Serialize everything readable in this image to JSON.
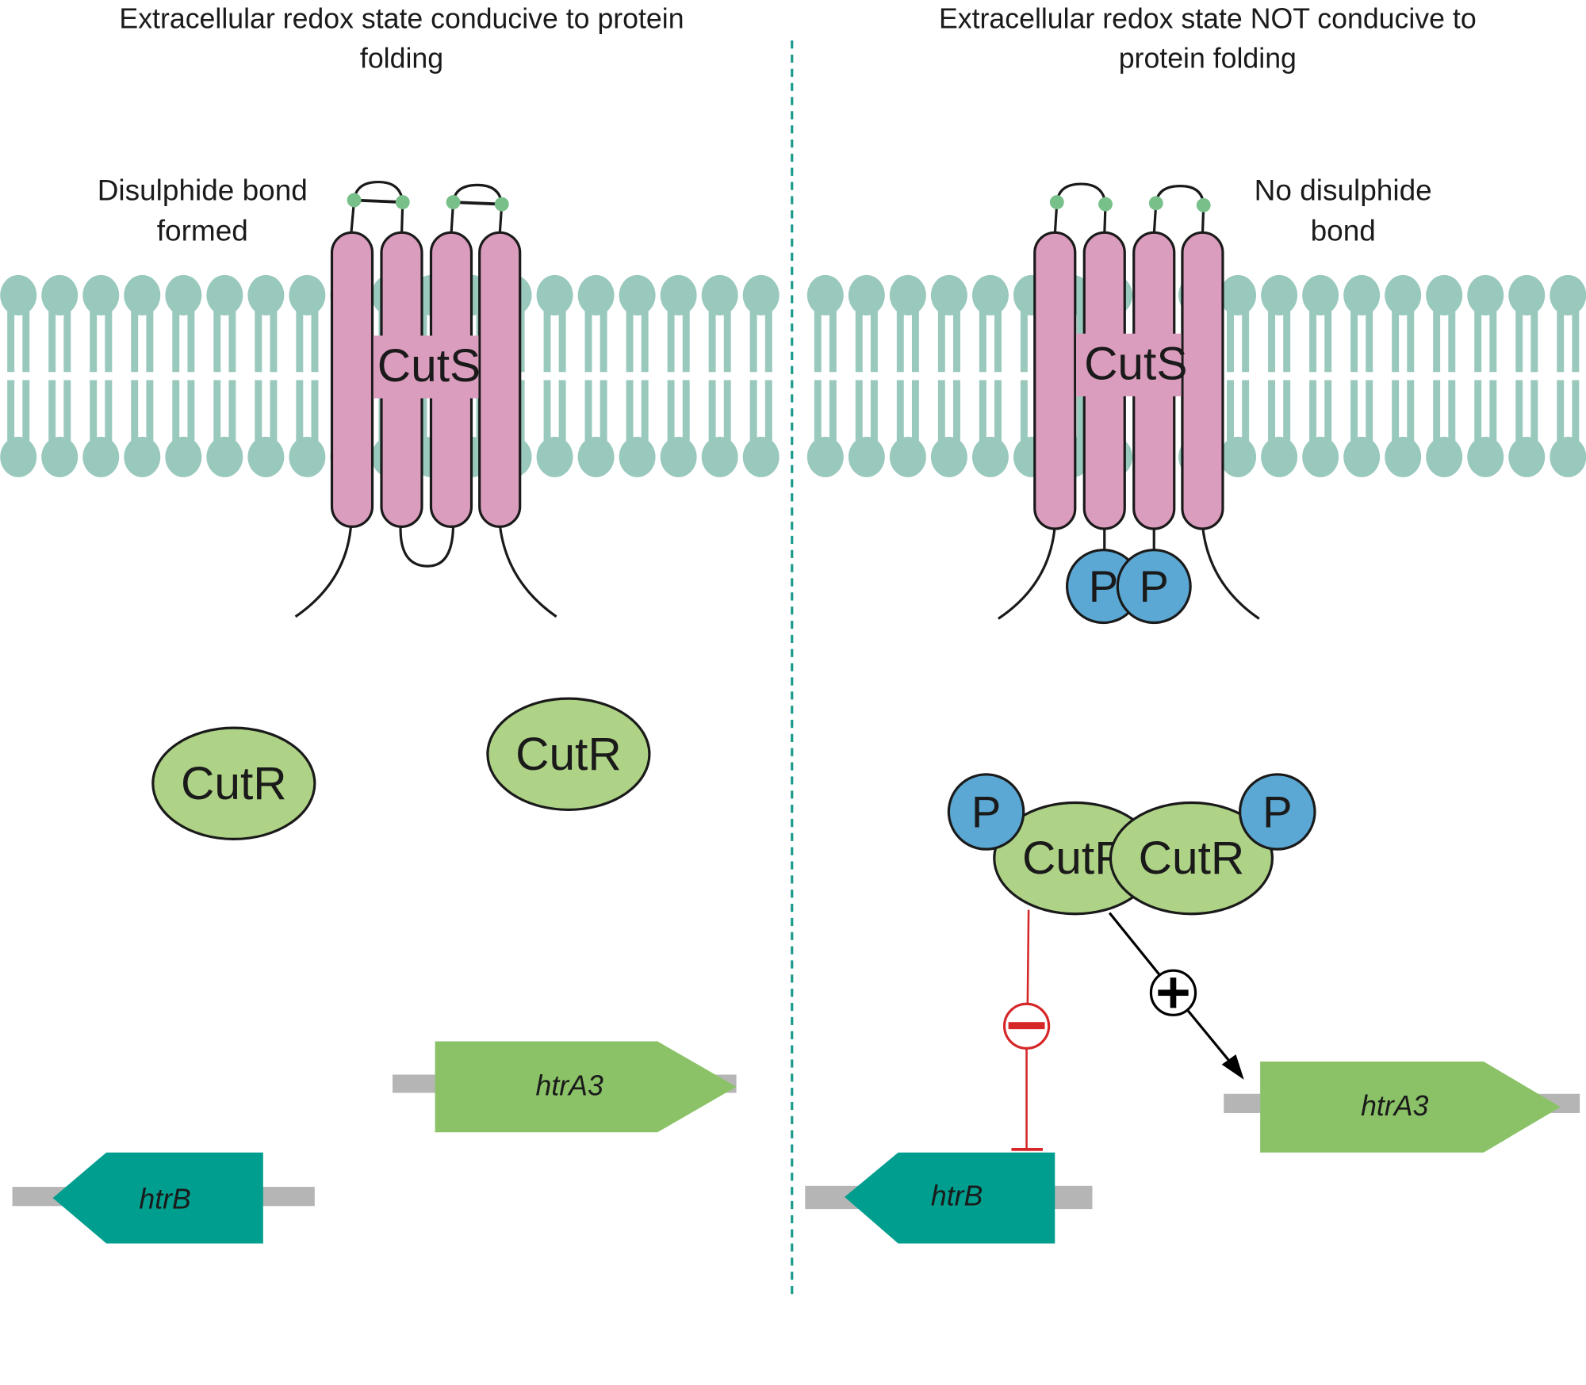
{
  "colors": {
    "lipid": "#99c8bd",
    "cuts": "#db9dbd",
    "cysteine": "#77c08a",
    "cutr": "#aed286",
    "phosphate": "#5aa8d3",
    "htrA3": "#8bc268",
    "htrB": "#009e8e",
    "dna": "#b5b5b5",
    "divider": "#1a9a8a",
    "repression": "#d62728",
    "activation": "#000000"
  },
  "left": {
    "title_line1": "Extracellular redox state conducive to protein",
    "title_line2": "folding",
    "label_line1": "Disulphide bond",
    "label_line2": "formed",
    "sensor": "CutS",
    "regulator_a": "CutR",
    "regulator_b": "CutR",
    "gene_a": "htrA3",
    "gene_b": "htrB"
  },
  "right": {
    "title_line1": "Extracellular redox state NOT conducive to",
    "title_line2": "protein folding",
    "label_line1": "No disulphide",
    "label_line2": "bond",
    "sensor": "CutS",
    "phospho_a": "P",
    "phospho_b": "P",
    "regulator_a": "CutR",
    "regulator_b": "CutR",
    "regulator_phospho_a": "P",
    "regulator_phospho_b": "P",
    "repression_symbol": "minus",
    "activation_symbol": "plus",
    "gene_a": "htrA3",
    "gene_b": "htrB"
  }
}
